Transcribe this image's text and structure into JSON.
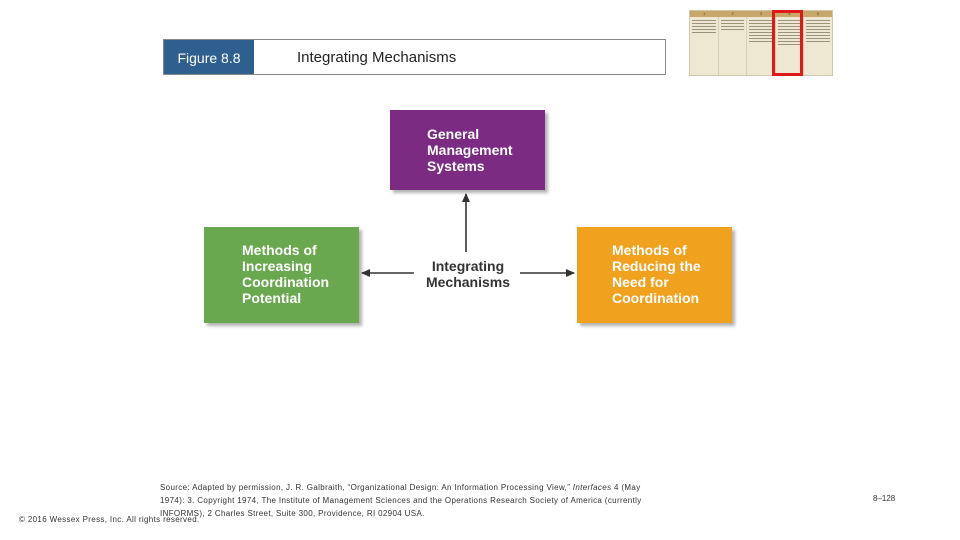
{
  "figure": {
    "label": "Figure 8.8",
    "title": "Integrating Mechanisms"
  },
  "diagram": {
    "top_box": "General\nManagement\nSystems",
    "left_box": "Methods of\nIncreasing\nCoordination\nPotential",
    "right_box": "Methods of\nReducing the\nNeed for\nCoordination",
    "center": "Integrating\nMechanisms",
    "colors": {
      "top": "#7b2b82",
      "left": "#6aa84f",
      "right": "#f0a11e",
      "highlight": "#e01818"
    }
  },
  "thumbnail": {
    "columns": [
      "1",
      "2",
      "3",
      "4",
      "5"
    ]
  },
  "footer": {
    "source_prefix": "Source: Adapted by permission, J. R. Galbraith, “Organizational Design: An Information Processing View,” ",
    "source_journal": "Interfaces",
    "source_suffix": " 4 (May 1974): 3. Copyright 1974, The Institute of Management Sciences and the Operations Research Society of America (currently INFORMS), 2 Charles Street, Suite 300, Providence, RI 02904 USA.",
    "copyright": "© 2016 Wessex Press, Inc.  All rights reserved.",
    "slide_number": "8–128"
  }
}
